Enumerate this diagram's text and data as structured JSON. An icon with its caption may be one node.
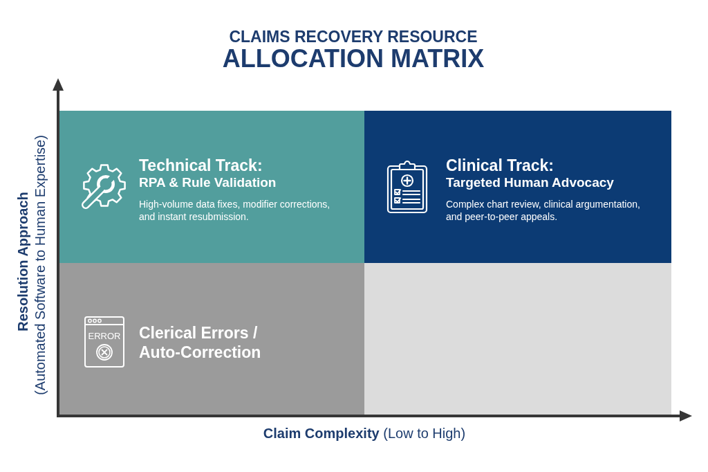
{
  "diagram": {
    "title": "CLAIMS RECOVERY RESOURCE ALLOCATION MATRIX",
    "nodes": [
      {
        "text": [
          "Technical Track:",
          "RPA & Rule Validation",
          "High-volume data fixes, modifier corrections, and instant resubmission."
        ]
      },
      {
        "text": [
          "Clinical Track:",
          "Targeted Human Advocacy",
          "Complex chart review, clinical argumentation, and peer-to-peer appeals."
        ]
      },
      {
        "text": [
          "Clerical Errors / Auto-Correction"
        ]
      },
      {
        "text": [],
        "shape": "box"
      }
    ],
    "labels": [
      "Resolution Approach",
      "(Automated Software to Human Expertise)",
      "ERROR",
      "**Claim Complexity** (Low to High)"
    ]
  }
}
